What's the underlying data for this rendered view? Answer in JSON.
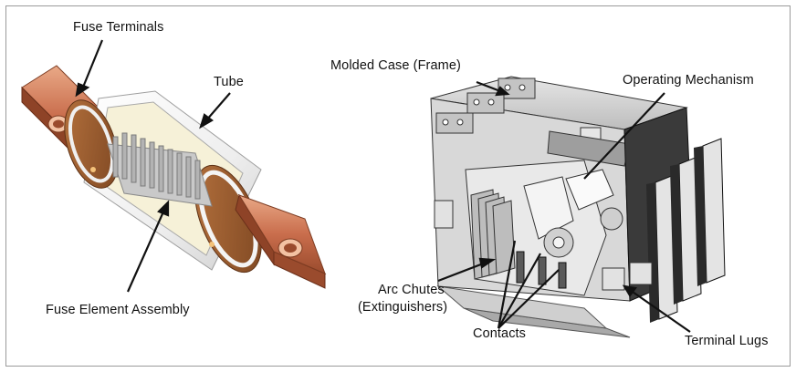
{
  "labels": {
    "fuse_terminals": "Fuse Terminals",
    "tube": "Tube",
    "fuse_element_assembly": "Fuse Element Assembly",
    "molded_case": "Molded Case (Frame)",
    "operating_mechanism": "Operating Mechanism",
    "arc_chutes_line1": "Arc Chutes",
    "arc_chutes_line2": "(Extinguishers)",
    "contacts": "Contacts",
    "terminal_lugs": "Terminal Lugs"
  },
  "colors": {
    "copper": "#c8694a",
    "copper_light": "#e6a483",
    "copper_dark": "#8e4327",
    "tube_white": "#f4f4f4",
    "element_gray": "#bdbdbd",
    "breaker_light": "#d9d9d9",
    "breaker_mid": "#a8a8a8",
    "breaker_dark": "#2b2b2b"
  }
}
